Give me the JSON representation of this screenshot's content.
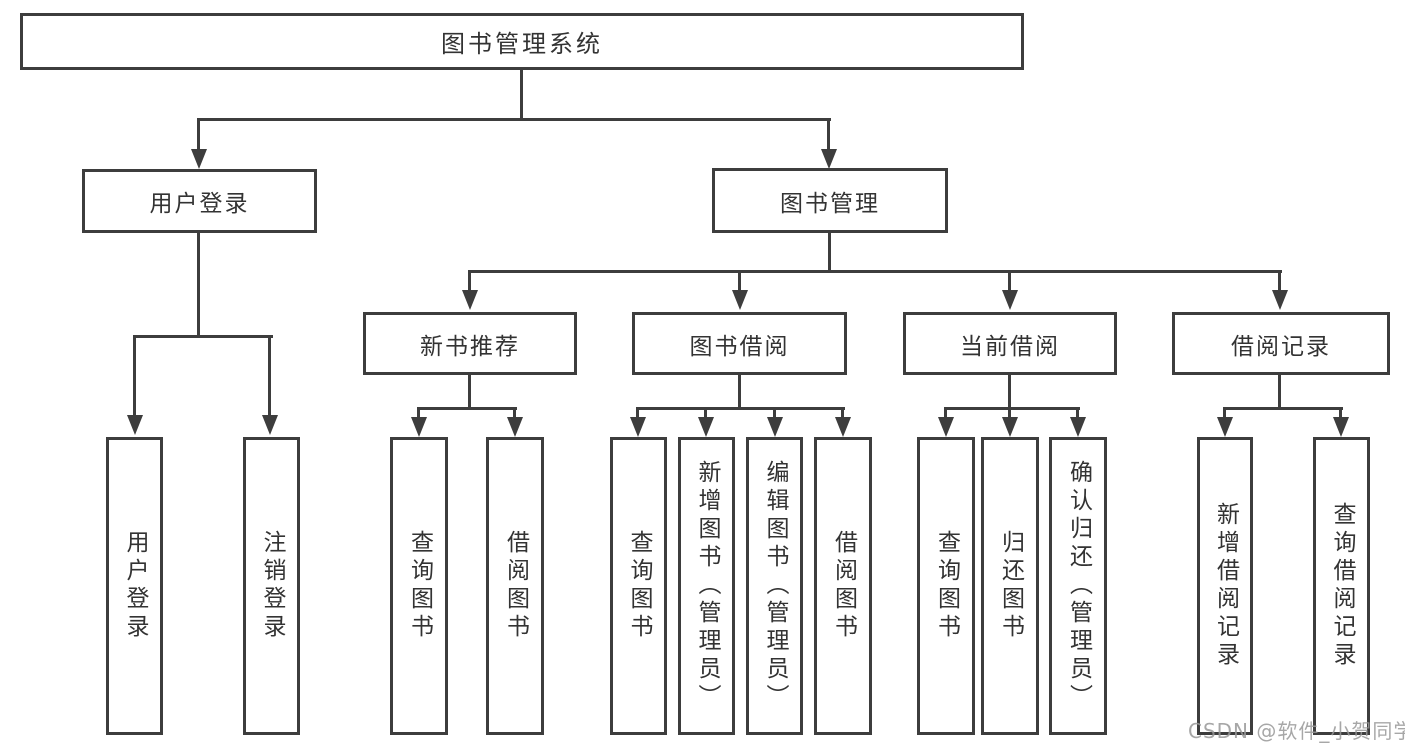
{
  "tree": {
    "label": "图书管理系统",
    "children": [
      {
        "label": "用户登录",
        "children": [
          {
            "label": "用户登录"
          },
          {
            "label": "注销登录"
          }
        ]
      },
      {
        "label": "图书管理",
        "children": [
          {
            "label": "新书推荐",
            "children": [
              {
                "label": "查询图书"
              },
              {
                "label": "借阅图书"
              }
            ]
          },
          {
            "label": "图书借阅",
            "children": [
              {
                "label": "查询图书"
              },
              {
                "label": "新增图书（管理员）"
              },
              {
                "label": "编辑图书（管理员）"
              },
              {
                "label": "借阅图书"
              }
            ]
          },
          {
            "label": "当前借阅",
            "children": [
              {
                "label": "查询图书"
              },
              {
                "label": "归还图书"
              },
              {
                "label": "确认归还（管理员）"
              }
            ]
          },
          {
            "label": "借阅记录",
            "children": [
              {
                "label": "新增借阅记录"
              },
              {
                "label": "查询借阅记录"
              }
            ]
          }
        ]
      }
    ]
  },
  "watermark": "CSDN @软件_小贺同学",
  "colors": {
    "line": "#3d3d3d",
    "text": "#333333",
    "watermark": "#989898",
    "background": "#ffffff"
  }
}
